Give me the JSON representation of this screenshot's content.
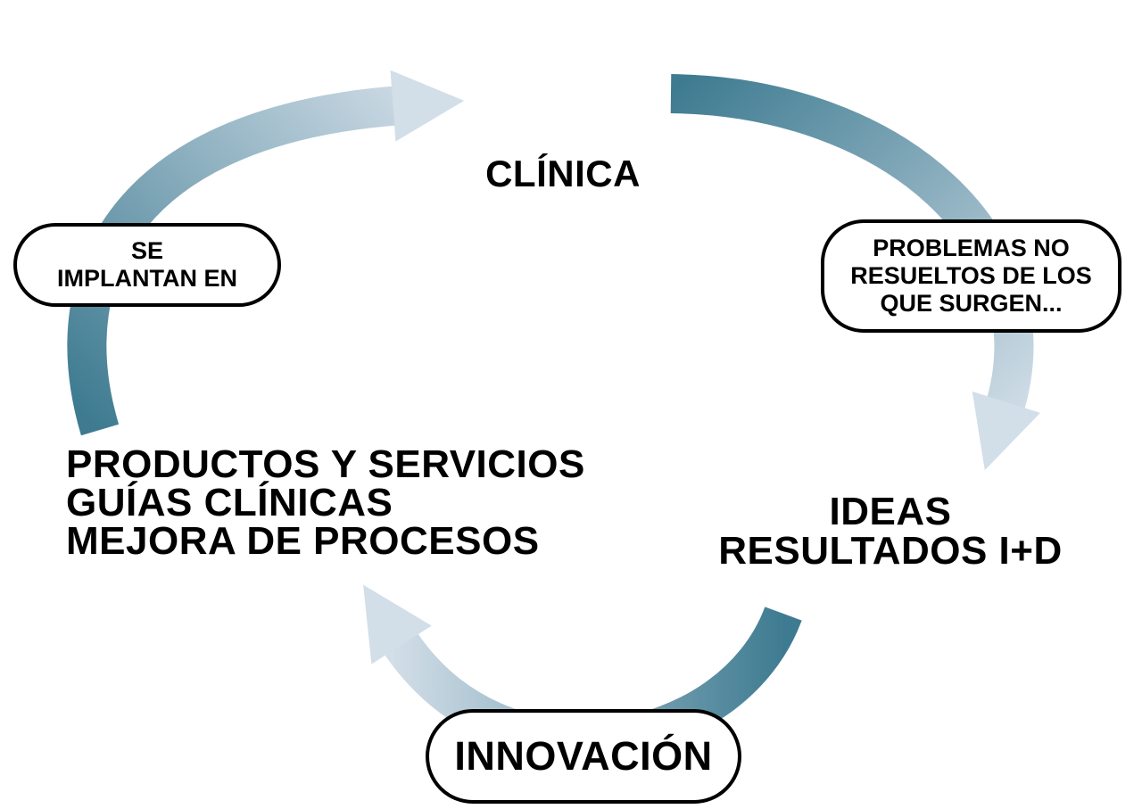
{
  "diagram": {
    "colors": {
      "background": "#ffffff",
      "arrow_dark": "#3E7B91",
      "arrow_light": "#D2DEE8",
      "pill_border": "#000000",
      "pill_fill": "#ffffff",
      "text": "#000000"
    },
    "nodes": {
      "clinica": {
        "label": "CLÍNICA"
      },
      "ideas": {
        "lines": [
          "IDEAS",
          "RESULTADOS I+D"
        ]
      },
      "productos": {
        "lines": [
          "PRODUCTOS Y SERVICIOS",
          "GUÍAS CLÍNICAS",
          "MEJORA DE PROCESOS"
        ]
      }
    },
    "callouts": {
      "se_implantan": {
        "lines": [
          "SE",
          "IMPLANTAN EN"
        ]
      },
      "problemas": {
        "lines": [
          "PROBLEMAS NO",
          "RESUELTOS DE LOS",
          "QUE SURGEN..."
        ]
      },
      "innovacion": {
        "label": "INNOVACIÓN"
      }
    },
    "arrows": [
      {
        "name": "productos-to-clinica",
        "from": "PRODUCTOS Y SERVICIOS",
        "to": "CLÍNICA"
      },
      {
        "name": "clinica-to-ideas",
        "from": "CLÍNICA",
        "to": "IDEAS"
      },
      {
        "name": "ideas-to-productos",
        "from": "IDEAS",
        "to": "PRODUCTOS Y SERVICIOS"
      }
    ]
  }
}
